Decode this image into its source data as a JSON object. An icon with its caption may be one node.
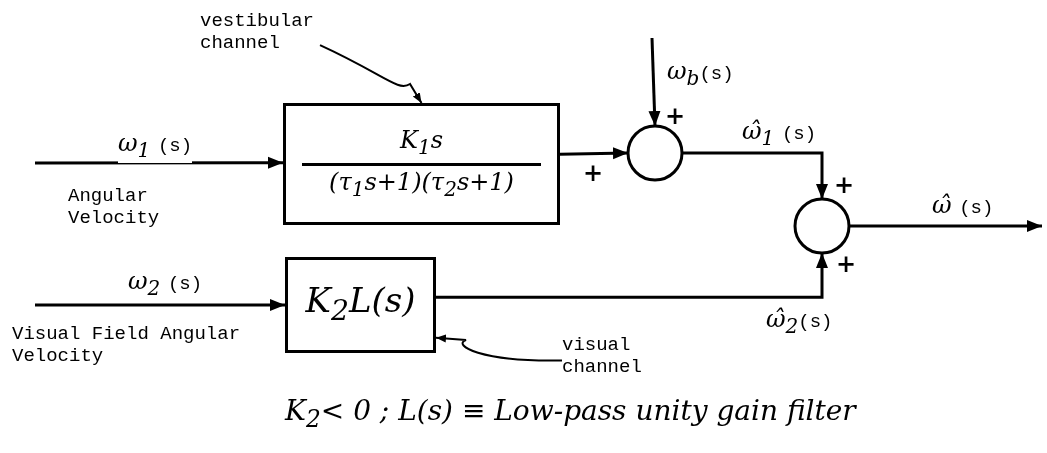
{
  "diagram": {
    "nodes": [
      {
        "text": [
          "vestibular channel"
        ]
      },
      {
        "text": [
          "K$_{1}$s",
          "(τ$_{1}$s+1)(τ$_{2}$s+1)"
        ]
      },
      {
        "text": [],
        "shape": "circle"
      },
      {
        "text": [],
        "shape": "circle"
      },
      {
        "text": [
          "K$_{2}$L(s)"
        ]
      },
      {
        "text": [
          "visual channel"
        ]
      }
    ],
    "edges": [
      {
        "from": null,
        "to": 1,
        "arrow": "to",
        "label": "ω$_{1}$ (s)"
      },
      {
        "from": null,
        "to": 2,
        "arrow": "to",
        "label": "ω$_{b}$(s)"
      },
      {
        "from": 1,
        "to": 2,
        "arrow": "to"
      },
      {
        "from": 2,
        "to": 3,
        "arrow": "to",
        "label": "ω̂$_{1}$ (s)"
      },
      {
        "from": 3,
        "to": null,
        "arrow": "to",
        "label": "ω̂ (s)"
      },
      {
        "from": null,
        "to": 4,
        "arrow": "to",
        "label": "ω$_{2}$ (s)"
      },
      {
        "from": 4,
        "to": 3,
        "arrow": "to",
        "label": "ω̂$_{2}$(s)"
      },
      {
        "from": 0,
        "to": 1,
        "arrow": "to"
      },
      {
        "from": 5,
        "to": 4,
        "arrow": "to"
      }
    ],
    "labels": [
      "+",
      "+",
      "Angular Velocity",
      "+",
      "+",
      "Visual Field Angular Velocity",
      "K$_{2}$< 0 ; L(s) ≡ Low-pass unity gain filter"
    ]
  }
}
